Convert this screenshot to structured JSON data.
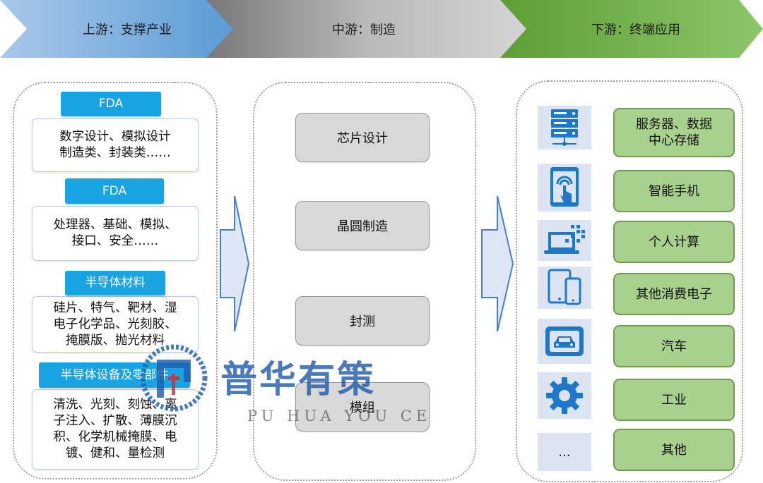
{
  "header": {
    "upstream": "上游：支撑产业",
    "midstream": "中游：制造",
    "downstream": "下游：终端应用"
  },
  "upstream": {
    "groups": [
      {
        "title": "FDA",
        "lines": [
          "数字设计、模拟设计",
          "制造类、封装类……"
        ]
      },
      {
        "title": "FDA",
        "lines": [
          "处理器、基础、模拟、",
          "接口、安全……"
        ]
      },
      {
        "title": "半导体材料",
        "lines": [
          "硅片、特气、靶材、湿",
          "电子化学品、光刻胶、",
          "掩膜版、抛光材料"
        ]
      },
      {
        "title": "半导体设备及零部件",
        "lines": [
          "清洗、光刻、刻蚀、离",
          "子注入、扩散、薄膜沉",
          "积、化学机械掩膜、电",
          "镀、健和、量检测"
        ]
      }
    ]
  },
  "midstream": {
    "steps": [
      "芯片设计",
      "晶圆制造",
      "封测",
      "模组"
    ]
  },
  "downstream": {
    "items": [
      {
        "icon": "server-icon",
        "lines": [
          "服务器、数据",
          "中心存储"
        ]
      },
      {
        "icon": "tablet-touch-icon",
        "lines": [
          "智能手机"
        ]
      },
      {
        "icon": "laptop-icon",
        "lines": [
          "个人计算"
        ]
      },
      {
        "icon": "phone-tablet-icon",
        "lines": [
          "其他消费电子"
        ]
      },
      {
        "icon": "car-icon",
        "lines": [
          "汽车"
        ]
      },
      {
        "icon": "gear-icon",
        "lines": [
          "工业"
        ]
      },
      {
        "icon": "more-icon",
        "lines": [
          "其他"
        ],
        "glyph": "..."
      }
    ]
  },
  "watermark": {
    "name": "普华有策",
    "pinyin": "PU HUA YOU CE"
  },
  "colors": {
    "upstream_chevron": "#5b9bd5",
    "midstream_chevron": "#8c8c8c",
    "downstream_chevron": "#70ad47",
    "tab": "#18a3e3",
    "step_fill": "#d9d9d9",
    "app_fill": "#a9d18e",
    "icon_blue": "#1f77c8"
  }
}
